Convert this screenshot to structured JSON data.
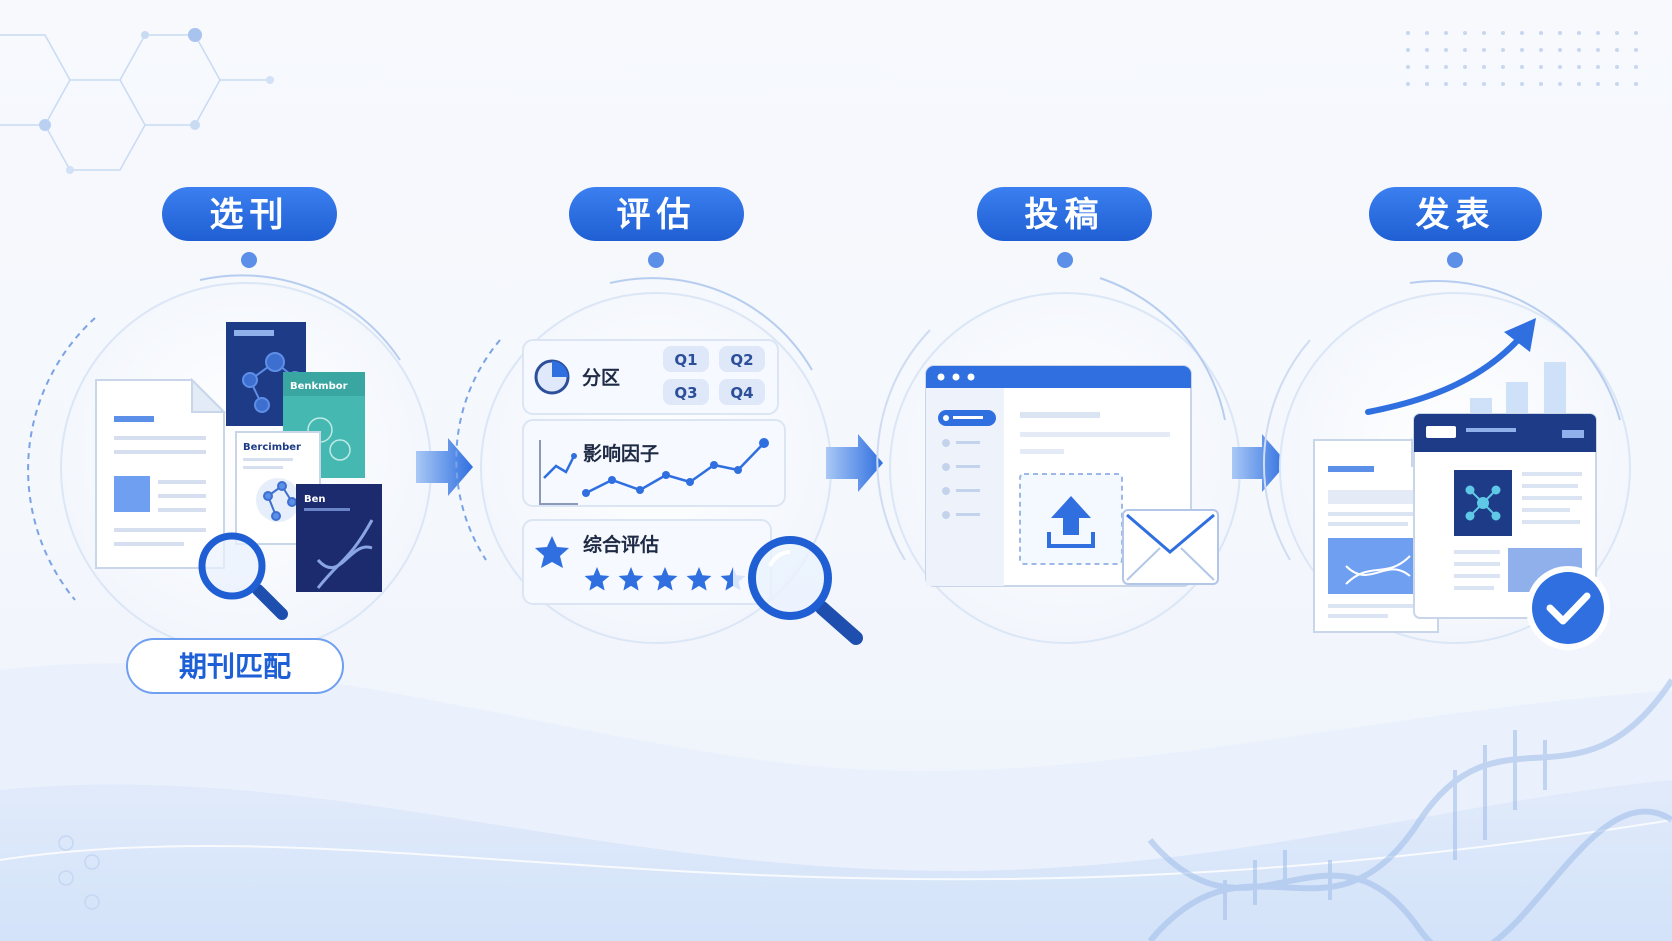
{
  "steps": [
    {
      "title": "选刊"
    },
    {
      "title": "评估"
    },
    {
      "title": "投稿"
    },
    {
      "title": "发表"
    }
  ],
  "select": {
    "badge": "期刊匹配",
    "journal_titles": [
      "Benkmbor",
      "Bercimber",
      "Ben"
    ]
  },
  "evaluate": {
    "partition_label": "分区",
    "quartiles": [
      "Q1",
      "Q2",
      "Q3",
      "Q4"
    ],
    "impact_label": "影响因子",
    "overall_label": "综合评估",
    "rating": 4.5,
    "rating_max": 5
  },
  "colors": {
    "primary": "#2f6fe0",
    "dark_navy": "#1a2a6c",
    "teal": "#3fb6b0",
    "light_blue": "#d6e4fb"
  }
}
